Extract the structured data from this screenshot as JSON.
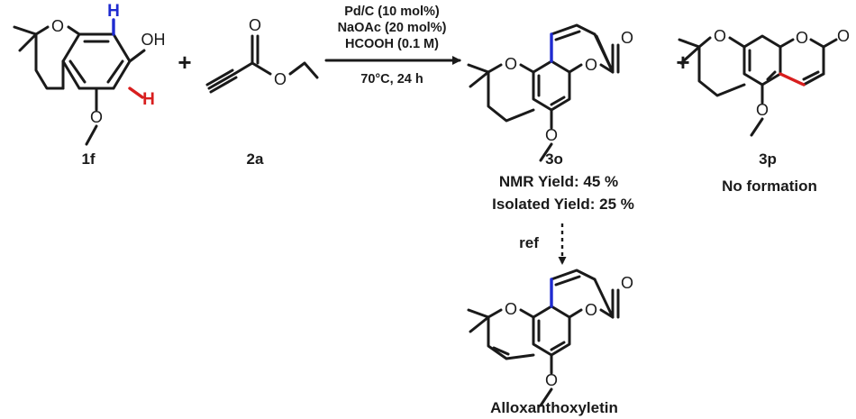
{
  "atoms": {
    "O": "O",
    "OH": "OH",
    "H": "H"
  },
  "plus_sign": "+",
  "conditions": {
    "catalyst": "Pd/C (10 mol%)",
    "base": "NaOAc (20 mol%)",
    "solvent": "HCOOH (0.1 M)",
    "temp_time": "70°C, 24 h"
  },
  "compounds": {
    "c1f": "1f",
    "c2a": "2a",
    "c3o": "3o",
    "c3p": "3p"
  },
  "results": {
    "nmr_yield": "NMR Yield: 45 %",
    "isolated_yield": "Isolated Yield: 25 %",
    "no_formation": "No formation",
    "ref": "ref",
    "natural_product": "Alloxanthoxyletin"
  },
  "colors": {
    "bond": "#1a1a1a",
    "highlight_blue": "#1f2bd0",
    "highlight_red": "#d81e1e"
  }
}
